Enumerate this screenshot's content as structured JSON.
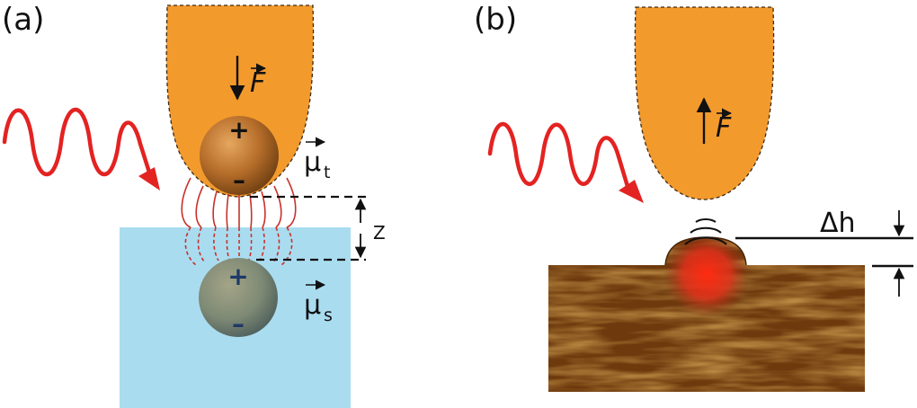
{
  "panel_a": {
    "label": "(a)",
    "force": "F",
    "tip_dipole": "μ",
    "tip_dipole_sub": "t",
    "sample_dipole": "μ",
    "sample_dipole_sub": "s",
    "gap": "Z",
    "plus": "+",
    "minus": "–"
  },
  "panel_b": {
    "label": "(b)",
    "force": "F",
    "height": "Δh"
  },
  "colors": {
    "tip": "#f39a2d",
    "substrate": "#aadcf0",
    "wave": "#e32322",
    "field_lines": "#c8312a",
    "surface": "#6e3a0d",
    "hotspot": "#e12a12"
  }
}
